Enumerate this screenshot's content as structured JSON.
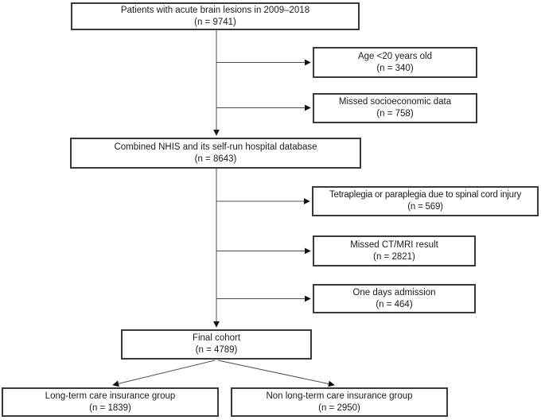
{
  "figure": {
    "type": "patient-selection-flowchart",
    "colors": {
      "background": "#ffffff",
      "box_border": "#3a3a3a",
      "line": "#4f4f4f",
      "arrowhead": "#111111",
      "text": "#1b1b1b"
    }
  },
  "nodes": {
    "patients": {
      "label": "Patients with acute brain lesions in 2009–2018",
      "count": "(n = 9741)"
    },
    "age": {
      "label": "Age <20 years old",
      "count": "(n = 340)"
    },
    "socio": {
      "label": "Missed socioeconomic data",
      "count": "(n = 758)"
    },
    "combined": {
      "label": "Combined NHIS and its self-run hospital database",
      "count": "(n = 8643)"
    },
    "tetra": {
      "label": "Tetraplegia or paraplegia due to spinal cord injury",
      "count": "(n = 569)"
    },
    "ctmri": {
      "label": "Missed CT/MRI result",
      "count": "(n = 2821)"
    },
    "oneday": {
      "label": "One days admission",
      "count": "(n = 464)"
    },
    "final": {
      "label": "Final cohort",
      "count": "(n = 4789)"
    },
    "ltc": {
      "label": "Long-term care insurance group",
      "count": "(n = 1839)"
    },
    "nonltc": {
      "label": "Non long-term care insurance group",
      "count": "(n = 2950)"
    }
  },
  "edges": [
    {
      "from": "patients",
      "to": "combined",
      "style": "arrow-down"
    },
    {
      "from": "patients-combined-line",
      "to": "age",
      "style": "arrow-right"
    },
    {
      "from": "patients-combined-line",
      "to": "socio",
      "style": "arrow-right"
    },
    {
      "from": "combined",
      "to": "final",
      "style": "arrow-down"
    },
    {
      "from": "combined-final-line",
      "to": "tetra",
      "style": "arrow-right"
    },
    {
      "from": "combined-final-line",
      "to": "ctmri",
      "style": "arrow-right"
    },
    {
      "from": "combined-final-line",
      "to": "oneday",
      "style": "arrow-right"
    },
    {
      "from": "final",
      "to": "ltc",
      "style": "arrow-diagonal"
    },
    {
      "from": "final",
      "to": "nonltc",
      "style": "arrow-diagonal"
    }
  ]
}
